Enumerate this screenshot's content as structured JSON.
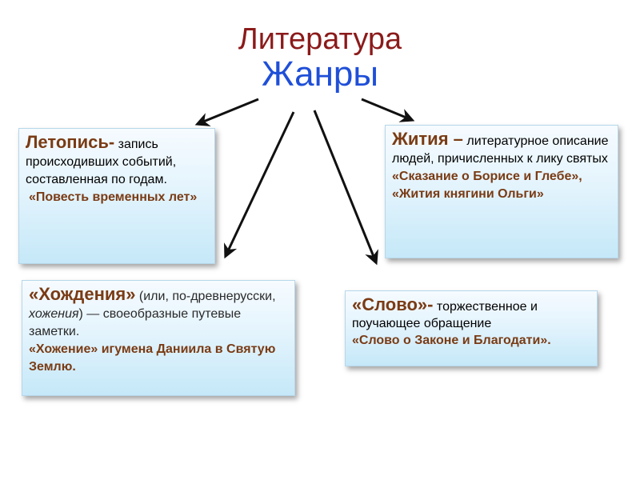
{
  "title": {
    "line1": "Литература",
    "line2": "Жанры"
  },
  "boxes": {
    "letopis": {
      "term": "Летопись-",
      "desc": " запись происходивших событий, составленная по годам.",
      "work": "«Повесть временных лет»"
    },
    "zhitiya": {
      "term": "Жития –",
      "desc": " литературное описание людей, причисленных к лику святых",
      "work": "«Сказание о Борисе и Глебе», «Жития княгини Ольги»"
    },
    "khozhdeniya": {
      "term": "«Хождения»",
      "desc_a": " (или, по-древнерусски, ",
      "desc_em": "хожения",
      "desc_b": ") — своеобразные путевые заметки.",
      "work": "«Хожение» игумена Даниила в Святую Землю."
    },
    "slovo": {
      "term": "«Слово»-",
      "desc": " торжественное и поучающее обращение",
      "work": "«Слово о Законе и Благодати»."
    }
  },
  "colors": {
    "title_top": "#8b1a1a",
    "title_main": "#1f4fd8",
    "term": "#7a3b14"
  }
}
